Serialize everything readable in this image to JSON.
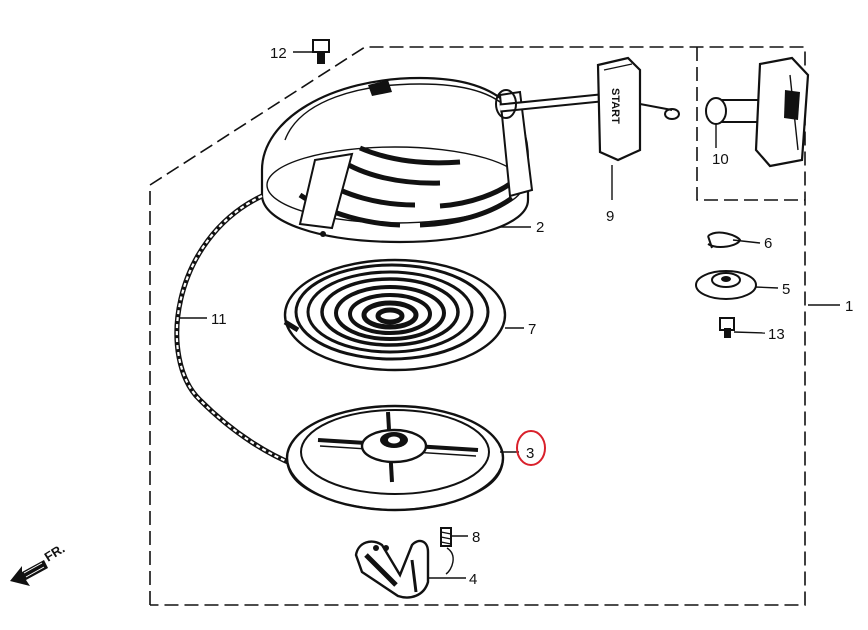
{
  "diagram": {
    "callouts": {
      "p1": "1",
      "p2": "2",
      "p3": "3",
      "p4": "4",
      "p5": "5",
      "p6": "6",
      "p7": "7",
      "p8": "8",
      "p9": "9",
      "p10": "10",
      "p11": "11",
      "p12": "12",
      "p13": "13"
    },
    "handle_text": "START",
    "front_marker": "FR.",
    "highlight_color": "#d9202b"
  }
}
